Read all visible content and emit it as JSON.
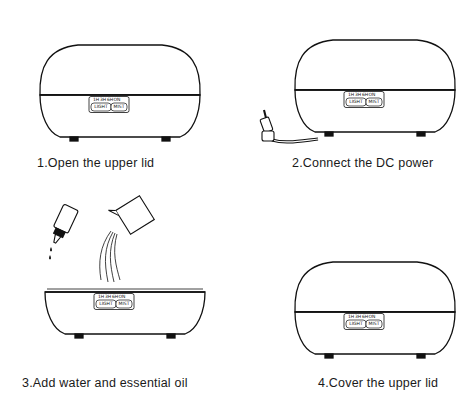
{
  "diagram": {
    "labels": [
      "1H",
      "3H",
      "6H",
      "ON",
      "LIGHT",
      "MIST",
      "1.Open the upper lid",
      "1H",
      "3H",
      "6H",
      "ON",
      "LIGHT",
      "MIST",
      "2.Connect the DC power",
      "1H",
      "3H",
      "6H",
      "ON",
      "LIGHT",
      "MIST",
      "3.Add water and essential oil",
      "1H",
      "3H",
      "6H",
      "ON",
      "LIGHT",
      "MIST",
      "4.Cover the upper lid"
    ]
  }
}
